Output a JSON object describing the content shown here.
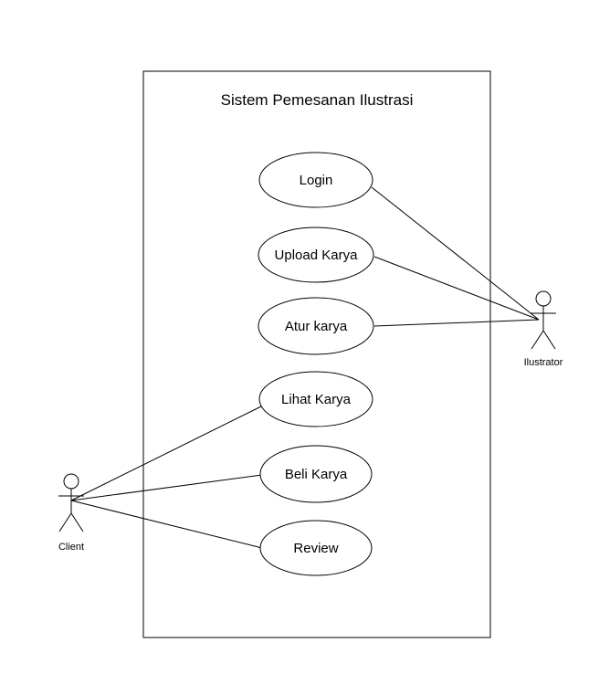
{
  "system": {
    "title": "Sistem Pemesanan Ilustrasi"
  },
  "use_cases": {
    "login": "Login",
    "upload_karya": "Upload Karya",
    "atur_karya": "Atur karya",
    "lihat_karya": "Lihat Karya",
    "beli_karya": "Beli Karya",
    "review": "Review"
  },
  "actors": {
    "illustrator": "Ilustrator",
    "client": "Client"
  },
  "associations": [
    {
      "actor": "Ilustrator",
      "use_case": "Login"
    },
    {
      "actor": "Ilustrator",
      "use_case": "Upload Karya"
    },
    {
      "actor": "Ilustrator",
      "use_case": "Atur karya"
    },
    {
      "actor": "Client",
      "use_case": "Lihat Karya"
    },
    {
      "actor": "Client",
      "use_case": "Beli Karya"
    },
    {
      "actor": "Client",
      "use_case": "Review"
    }
  ]
}
